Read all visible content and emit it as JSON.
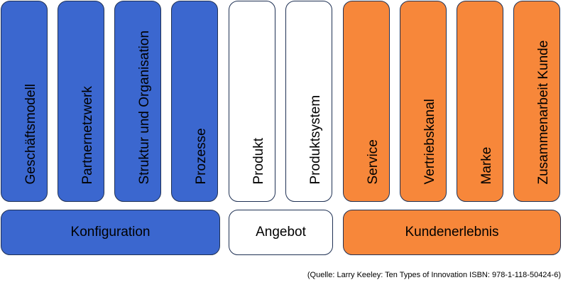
{
  "columns": [
    {
      "label": "Geschäftsmodell",
      "group": "blue"
    },
    {
      "label": "Partnernetzwerk",
      "group": "blue"
    },
    {
      "label": "Struktur und Organisation",
      "group": "blue"
    },
    {
      "label": "Prozesse",
      "group": "blue"
    },
    {
      "label": "Produkt",
      "group": "white"
    },
    {
      "label": "Produktsystem",
      "group": "white"
    },
    {
      "label": "Service",
      "group": "orange"
    },
    {
      "label": "Vertriebskanal",
      "group": "orange"
    },
    {
      "label": "Marke",
      "group": "orange"
    },
    {
      "label": "Zusammenarbeit Kunde",
      "group": "orange"
    }
  ],
  "categories": {
    "configuration": "Konfiguration",
    "offering": "Angebot",
    "experience": "Kundenerlebnis"
  },
  "colors": {
    "blue": "#3b67cf",
    "white": "#ffffff",
    "orange": "#f7873a",
    "border": "#1f3154"
  },
  "source": "(Quelle: Larry Keeley: Ten Types of Innovation ISBN: 978-1-118-50424-6)"
}
